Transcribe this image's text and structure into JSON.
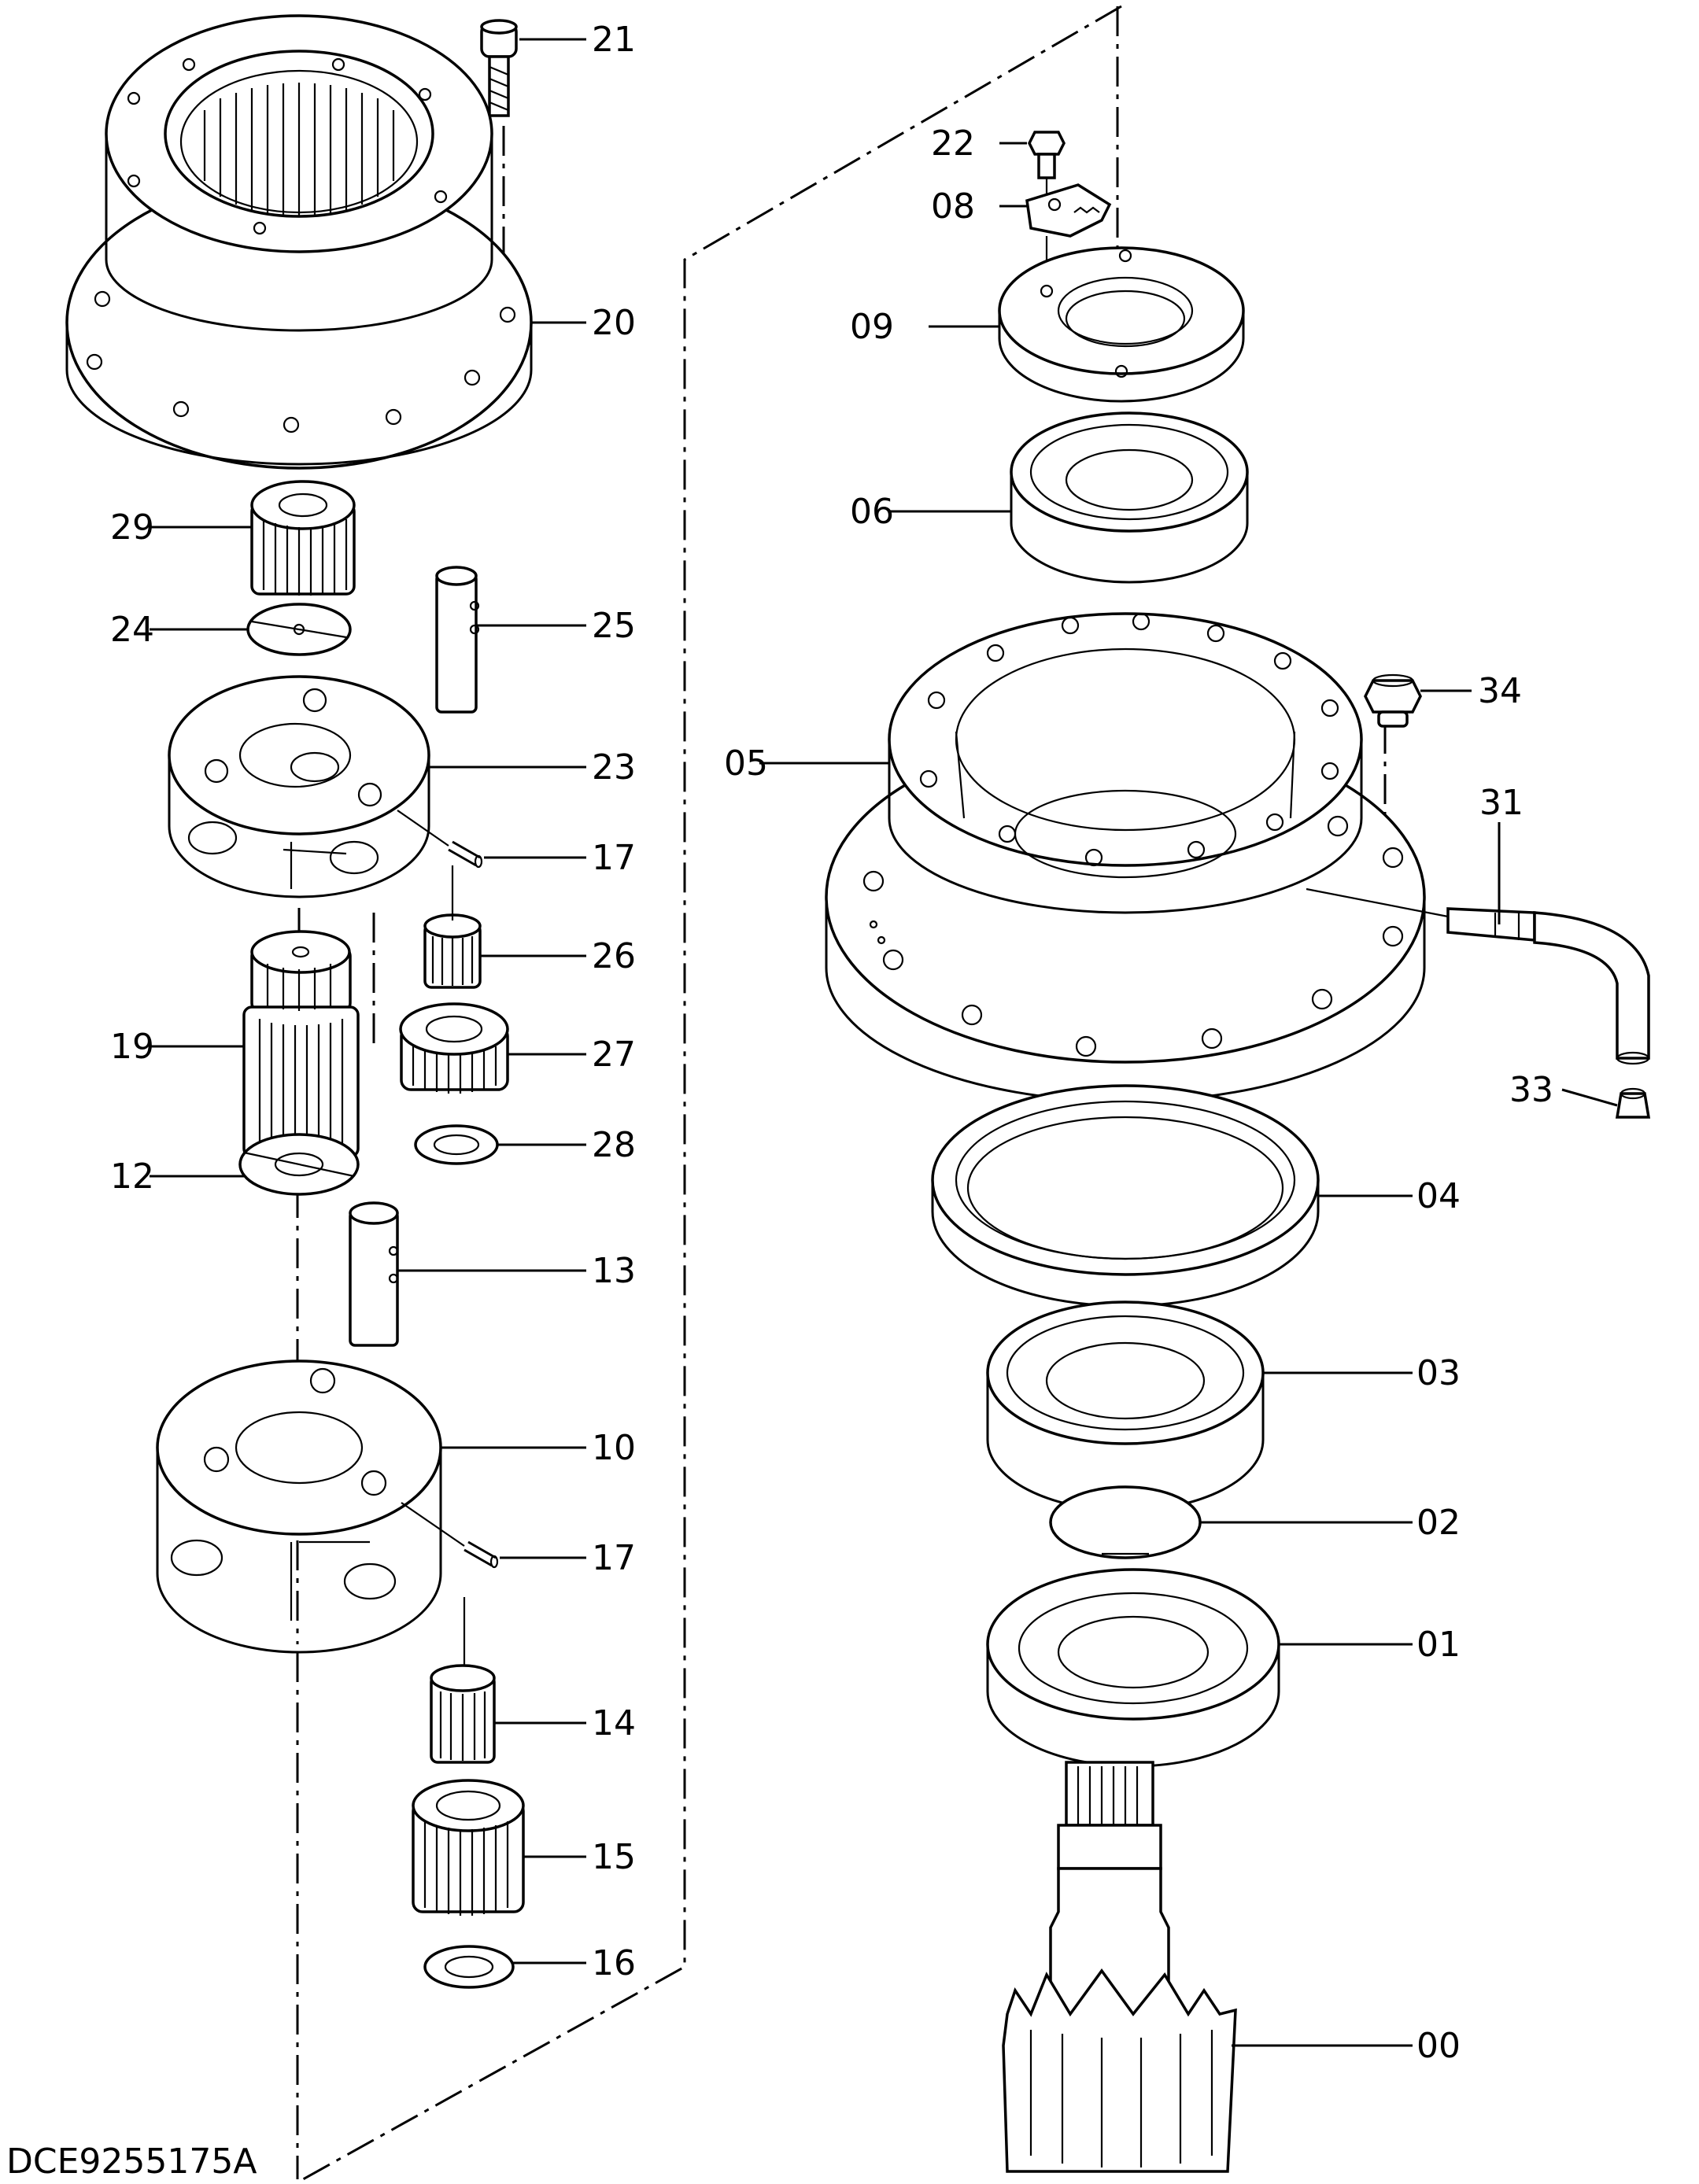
{
  "drawing": {
    "code": "DCE9255175A"
  },
  "labels": {
    "p00": "00",
    "p01": "01",
    "p02": "02",
    "p03": "03",
    "p04": "04",
    "p05": "05",
    "p06": "06",
    "p08": "08",
    "p09": "09",
    "p10": "10",
    "p12": "12",
    "p13": "13",
    "p14": "14",
    "p15": "15",
    "p16": "16",
    "p17a": "17",
    "p17b": "17",
    "p19": "19",
    "p20": "20",
    "p21": "21",
    "p22": "22",
    "p23": "23",
    "p24": "24",
    "p25": "25",
    "p26": "26",
    "p27": "27",
    "p28": "28",
    "p29": "29",
    "p31": "31",
    "p33": "33",
    "p34": "34"
  }
}
